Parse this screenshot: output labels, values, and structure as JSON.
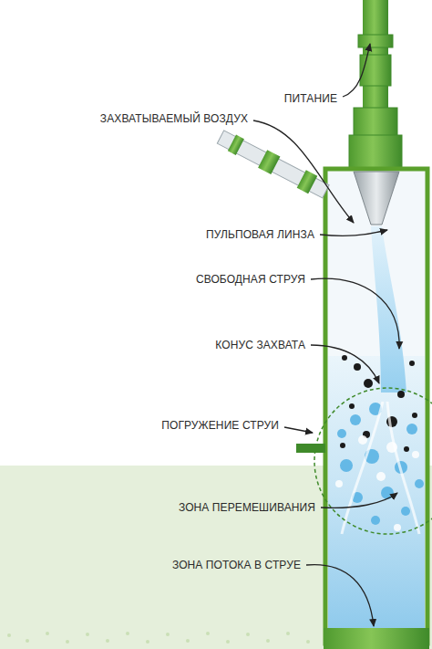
{
  "diagram": {
    "labels": [
      "ПИТАНИЕ",
      "ЗАХВАТЫВАЕМЫЙ ВОЗДУХ",
      "ПУЛЬПОВАЯ ЛИНЗА",
      "СВОБОДНАЯ СТРУЯ",
      "КОНУС ЗАХВАТА",
      "ПОГРУЖЕНИЕ СТРУИ",
      "ЗОНА ПЕРЕМЕШИВАНИЯ",
      "ЗОНА ПОТОКА В СТРУЕ"
    ]
  }
}
